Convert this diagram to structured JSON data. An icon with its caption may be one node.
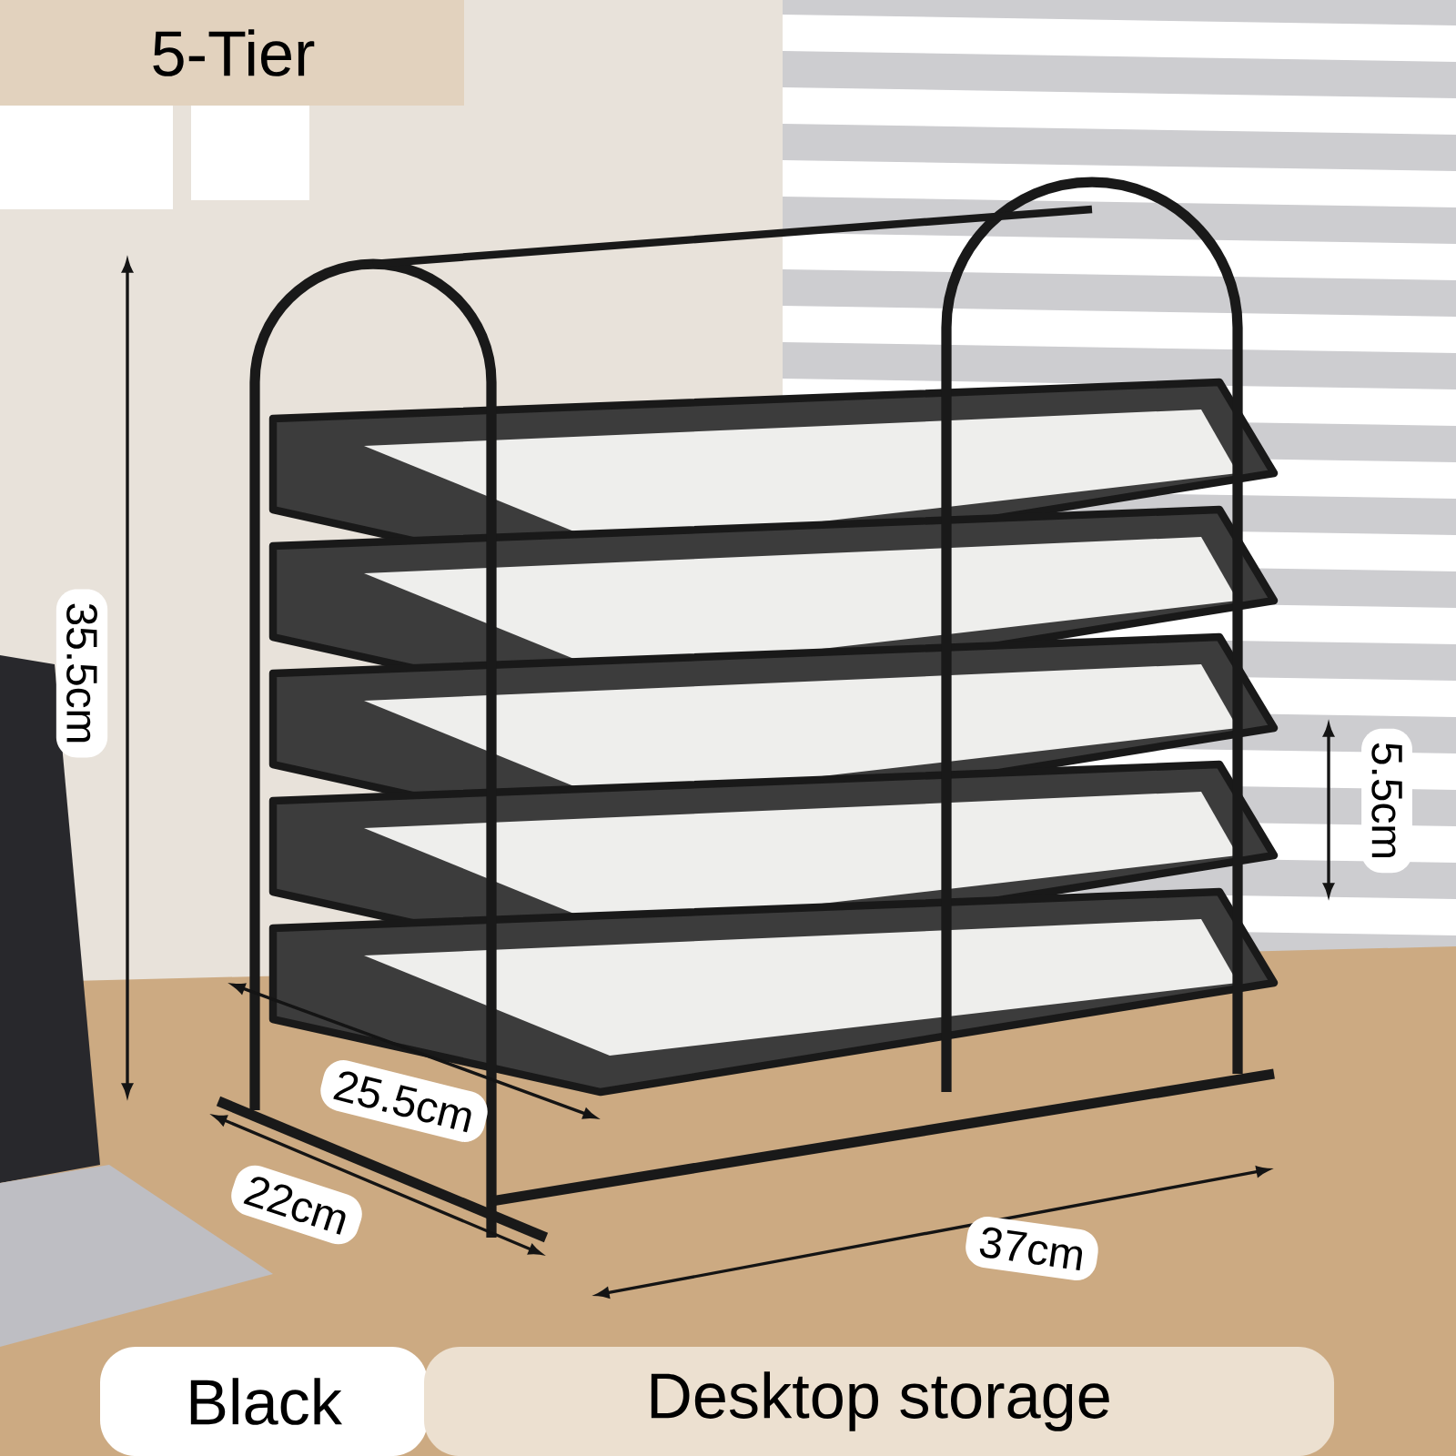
{
  "diagram": {
    "labels": [
      "5-Tier",
      "35.5cm",
      "5.5cm",
      "25.5cm",
      "22cm",
      "37cm",
      "Black",
      "Desktop storage"
    ]
  }
}
